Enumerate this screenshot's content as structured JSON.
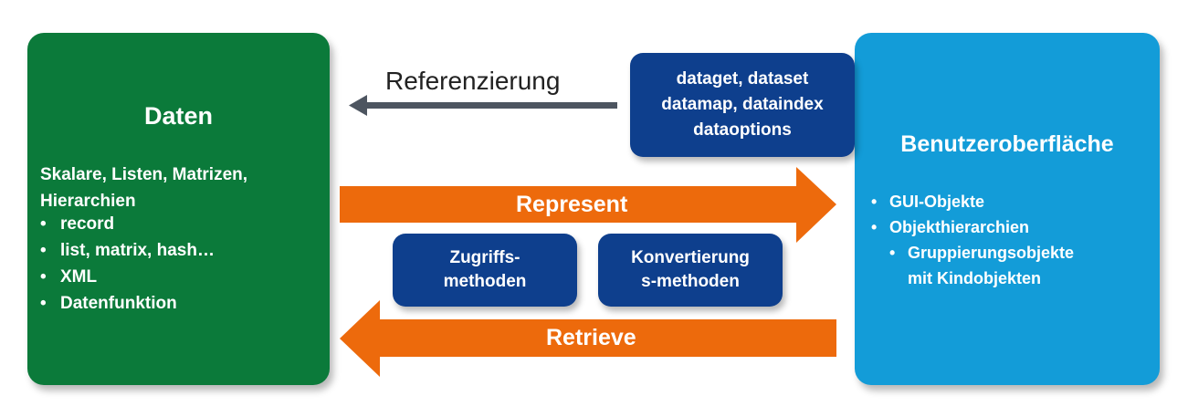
{
  "daten": {
    "title": "Daten",
    "intro_line1": "Skalare, Listen, Matrizen,",
    "intro_line2": "Hierarchien",
    "items": [
      "record",
      "list, matrix, hash…",
      "XML",
      "Datenfunktion"
    ]
  },
  "ui": {
    "title": "Benutzeroberfläche",
    "items": [
      "GUI-Objekte",
      "Objekthierarchien",
      "Gruppierungsobjekte",
      "mit Kindobjekten"
    ]
  },
  "methods_box": {
    "line1": "dataget, dataset",
    "line2": "datamap, dataindex",
    "line3": "dataoptions"
  },
  "zugriff_box": {
    "line1": "Zugriffs-",
    "line2": "methoden"
  },
  "konvertierung_box": {
    "line1": "Konvertierung",
    "line2": "s-methoden"
  },
  "arrows": {
    "referenzierung_label": "Referenzierung",
    "represent_label": "Represent",
    "retrieve_label": "Retrieve"
  },
  "colors": {
    "daten_green": "#0b7a3a",
    "ui_blue": "#139cd8",
    "navy": "#0e3f8d",
    "arrow_orange": "#ed6a0c",
    "ref_arrow_gray": "#4d5560"
  }
}
